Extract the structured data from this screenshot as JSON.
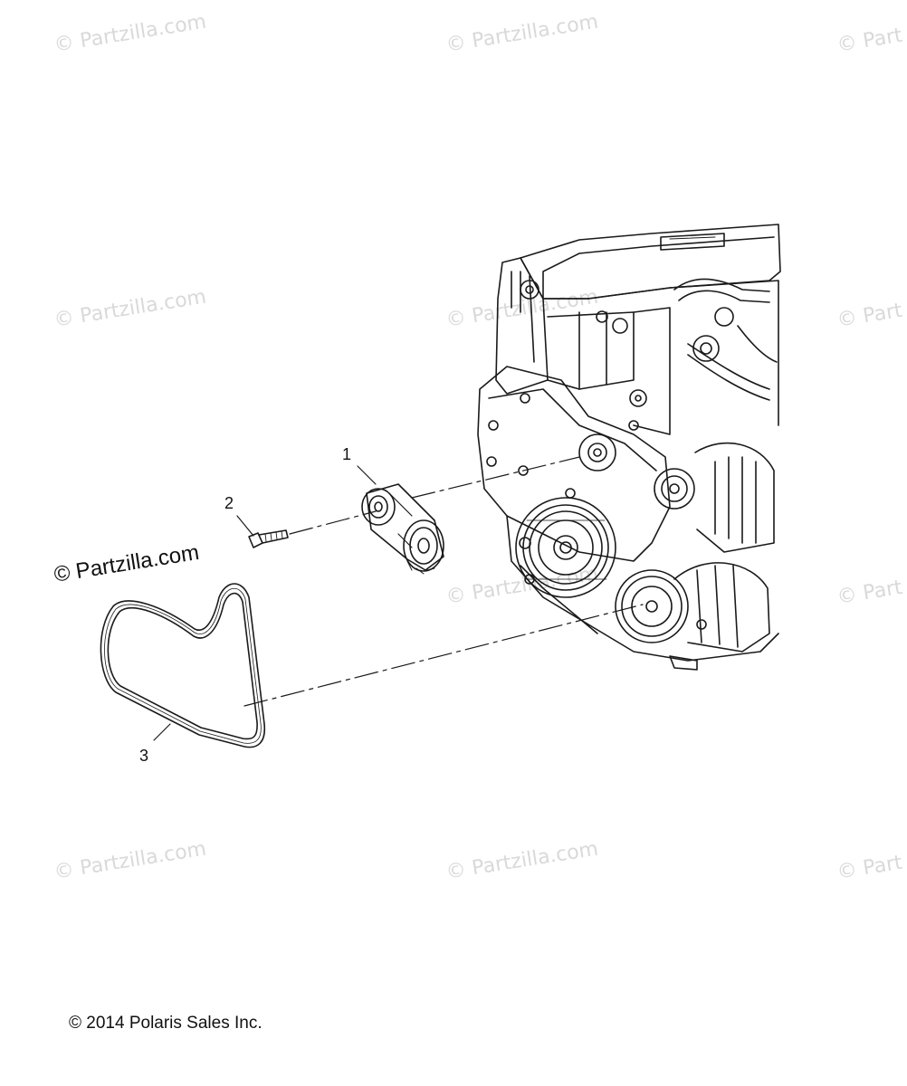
{
  "watermark_text": "© Partzilla.com",
  "watermark_partial": "© Part",
  "main_watermark": "© Partzilla.com",
  "callouts": {
    "c1": "1",
    "c2": "2",
    "c3": "3"
  },
  "copyright": "© 2014 Polaris Sales Inc.",
  "colors": {
    "line": "#1a1a1a",
    "watermark": "#d9d9d9",
    "background": "#ffffff"
  }
}
